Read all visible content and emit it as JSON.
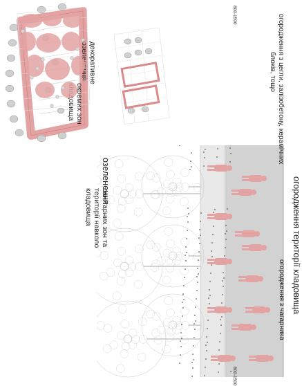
{
  "panels": [
    {
      "id": "sanitary",
      "lines": [
        "санітарних зон та",
        "території навколо",
        "кладовища"
      ]
    },
    {
      "id": "zones",
      "lines": [
        "окремих зон",
        "кладовища"
      ]
    },
    {
      "id": "decorative",
      "lines": [
        "декоративне",
        "озеленення"
      ]
    }
  ],
  "headings": {
    "greening": "озеленення",
    "fencing": "огородження території кладовища"
  },
  "fences": {
    "hedge": "огородження з чагарника",
    "wall_lines": [
      "огородження з цегли, залізобетону, керамічних",
      "блоків, тощо"
    ]
  },
  "dimensions": {
    "top": "800-1500",
    "bottom": "800-1500"
  },
  "colors": {
    "accent": "#e3a3a3",
    "accent_stroke": "#c97a7a",
    "wall_fill": "#d2d2d2",
    "line": "#9a9a9a"
  }
}
